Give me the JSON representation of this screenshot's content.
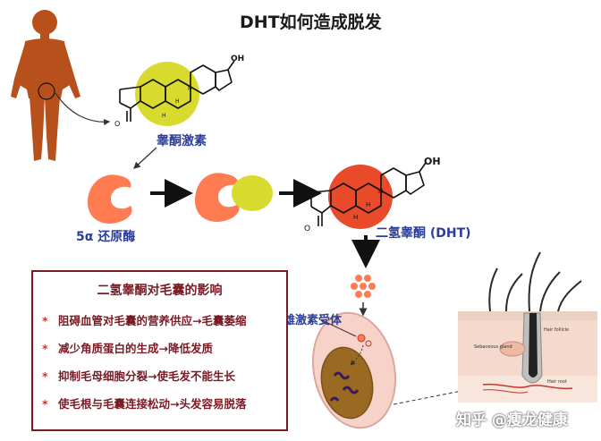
{
  "title": "DHT如何造成脱发",
  "labels": {
    "testosterone": "睾酮激素",
    "enzyme": "5α 还原酶",
    "dht": "二氢睾酮 (DHT)",
    "receptor": "雄激素受体"
  },
  "infobox": {
    "title": "二氢睾酮对毛囊的影响",
    "bullet_symbol": "*",
    "effects": [
      "阻碍血管对毛囊的营养供应→毛囊萎缩",
      "减少角质蛋白的生成→降低发质",
      "抑制毛母细胞分裂→使毛发不能生长",
      "使毛根与毛囊连接松动→头发容易脱落"
    ]
  },
  "molecule_text": {
    "oh": "OH",
    "o": "O",
    "h": "H"
  },
  "skin_labels": {
    "sebaceous": "Sebaceous gland",
    "follicle": "Hair follicle",
    "root": "Hair root"
  },
  "watermark": "知乎 @瘦龙健康",
  "colors": {
    "body": "#b8501c",
    "testosterone_highlight": "#d8db2e",
    "enzyme": "#ff7b52",
    "dht_highlight": "#e84a2a",
    "label_blue": "#2c3e9c",
    "box_border": "#7a1a24",
    "cell_fill": "#f6d2c9",
    "nucleus": "#9a6a22"
  }
}
